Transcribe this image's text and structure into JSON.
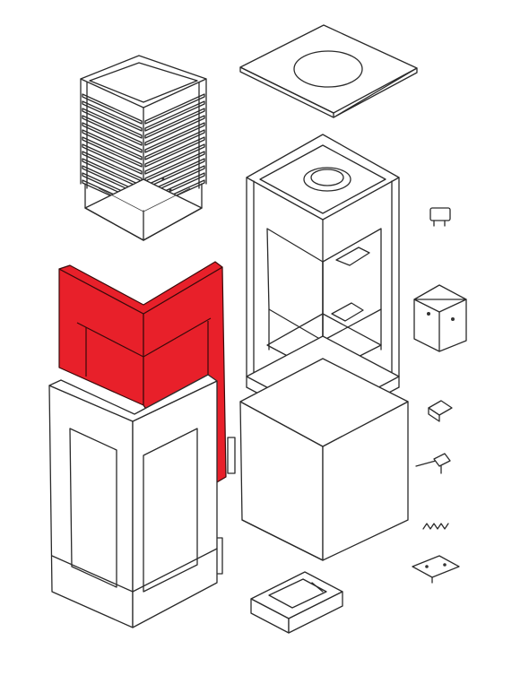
{
  "diagram": {
    "background": "#ffffff",
    "line_color": "#2a2a2a",
    "highlight_color": "#e8202a",
    "highlighted_part": "rear-side-panel",
    "parts": [
      "top-cover-plate",
      "heat-shield-grille",
      "rear-side-panel",
      "front-side-panel",
      "main-stove-body",
      "hinge-bracket-small",
      "door-hinge-plate",
      "latch-clip",
      "lever-handle",
      "spring",
      "latch-plate",
      "box-package"
    ]
  }
}
